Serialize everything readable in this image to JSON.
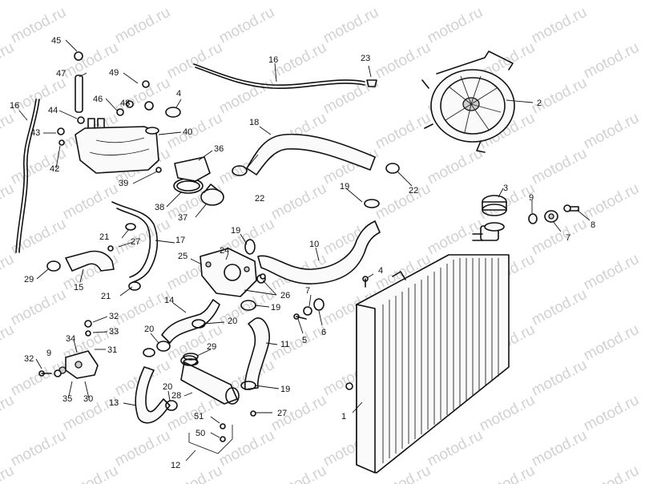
{
  "watermark": "motod.ru",
  "callouts": {
    "c1": "1",
    "c2": "2",
    "c3": "3",
    "c4": "4",
    "c4b": "4",
    "c5": "5",
    "c6": "6",
    "c7a": "7",
    "c7b": "7",
    "c8": "8",
    "c9a": "9",
    "c9b": "9",
    "c10": "10",
    "c11": "11",
    "c12": "12",
    "c13": "13",
    "c14": "14",
    "c15": "15",
    "c16a": "16",
    "c16b": "16",
    "c17": "17",
    "c18": "18",
    "c19a": "19",
    "c19b": "19",
    "c19c": "19",
    "c19d": "19",
    "c20a": "20",
    "c20b": "20",
    "c20c": "20",
    "c21a": "21",
    "c21b": "21",
    "c22a": "22",
    "c22b": "22",
    "c23": "23",
    "c24": "24",
    "c25": "25",
    "c26": "26",
    "c27a": "27",
    "c27b": "27",
    "c28": "28",
    "c29a": "29",
    "c29b": "29",
    "c30": "30",
    "c31": "31",
    "c32a": "32",
    "c32b": "32",
    "c33": "33",
    "c34": "34",
    "c35": "35",
    "c36": "36",
    "c37": "37",
    "c38": "38",
    "c39": "39",
    "c40": "40",
    "c42": "42",
    "c43": "43",
    "c44": "44",
    "c45": "45",
    "c46": "46",
    "c47": "47",
    "c48": "48",
    "c49": "49",
    "c50": "50",
    "c51": "51"
  }
}
